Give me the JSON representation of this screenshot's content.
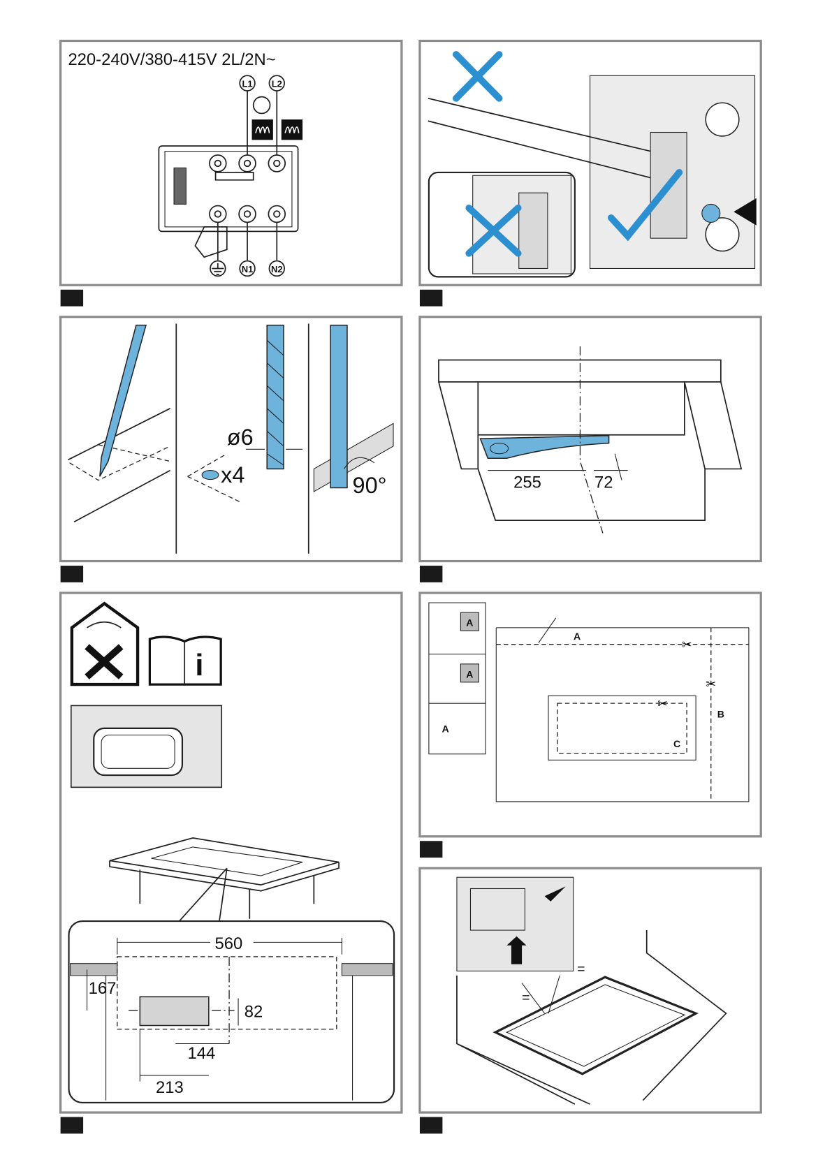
{
  "panels": {
    "wiring": {
      "voltage_label": "220-240V/380-415V 2L/2N~",
      "terminals_top": [
        "L1",
        "L2"
      ],
      "terminals_bottom": [
        "N1",
        "N2"
      ],
      "icons": [
        "fan-icon",
        "heating-coil-icon",
        "earth-icon"
      ]
    },
    "cable_clamp": {
      "icons": [
        "wrong-x-icon",
        "correct-check-icon",
        "arrow-icon",
        "screw-icon"
      ]
    },
    "drilling": {
      "diameter_label": "ø6",
      "count_label": "x4",
      "angle_label": "90°"
    },
    "template": {
      "dim_left": "255",
      "dim_right": "72"
    },
    "installation": {
      "width_dim": "560",
      "depth_dim": "167",
      "height_dim": "82",
      "offset_dim": "144",
      "offset2_dim": "213"
    },
    "cutting": {
      "label_a": "A",
      "label_b": "B",
      "label_c": "C"
    },
    "fitting": {
      "equal_sign": "="
    }
  },
  "colors": {
    "accent_blue": "#6db3dc",
    "frame_gray": "#8c8c8c",
    "tab_black": "#1a1a1a"
  }
}
